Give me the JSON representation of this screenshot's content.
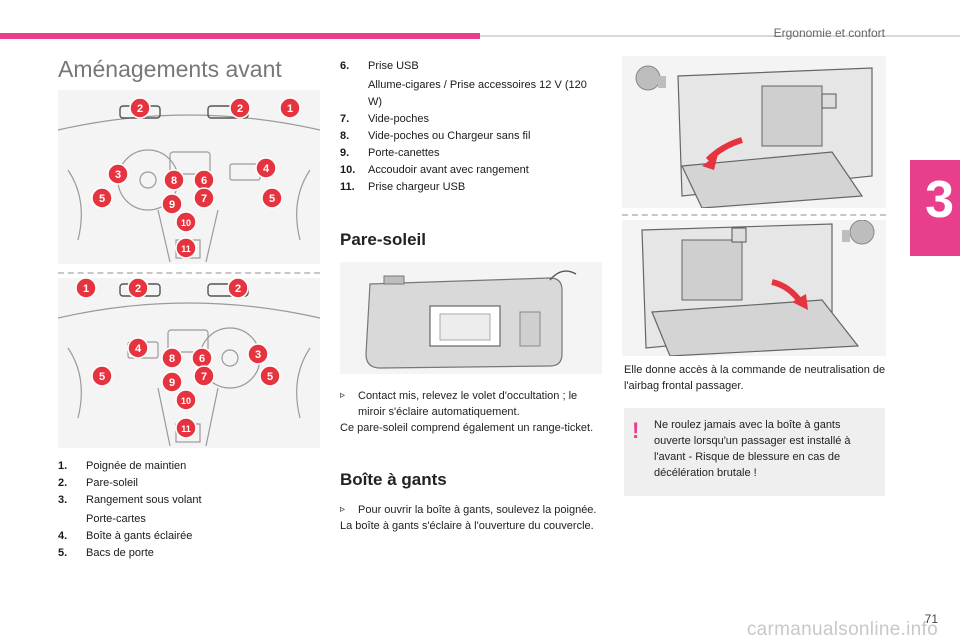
{
  "header": {
    "section_title": "Ergonomie et confort",
    "chapter_number": "3",
    "page_number": "71",
    "accent_color": "#e83e8c",
    "watermark": "carmanualsonline.info"
  },
  "page_title": "Aménagements avant",
  "figures": {
    "lhd_markers": [
      "2",
      "2",
      "1",
      "3",
      "4",
      "5",
      "5",
      "8",
      "6",
      "7",
      "9",
      "10",
      "11"
    ],
    "rhd_markers": [
      "1",
      "2",
      "2",
      "4",
      "8",
      "6",
      "3",
      "5",
      "7",
      "5",
      "9",
      "10",
      "11"
    ]
  },
  "legend_left": [
    {
      "num": "1.",
      "text": "Poignée de maintien"
    },
    {
      "num": "2.",
      "text": "Pare-soleil"
    },
    {
      "num": "3.",
      "text": "Rangement sous volant",
      "sub": "Porte-cartes"
    },
    {
      "num": "4.",
      "text": "Boîte à gants éclairée"
    },
    {
      "num": "5.",
      "text": "Bacs de porte"
    }
  ],
  "legend_right": [
    {
      "num": "6.",
      "text": "Prise USB",
      "sub": "Allume-cigares / Prise accessoires 12 V (120 W)"
    },
    {
      "num": "7.",
      "text": "Vide-poches"
    },
    {
      "num": "8.",
      "text": "Vide-poches ou Chargeur sans fil"
    },
    {
      "num": "9.",
      "text": "Porte-canettes"
    },
    {
      "num": "10.",
      "text": "Accoudoir avant avec rangement"
    },
    {
      "num": "11.",
      "text": "Prise chargeur USB"
    }
  ],
  "pare_soleil": {
    "heading": "Pare-soleil",
    "bullet": "Contact mis, relevez le volet d'occultation ; le miroir s'éclaire automatiquement.",
    "text": "Ce pare-soleil comprend également un range-ticket."
  },
  "boite_gants": {
    "heading": "Boîte à gants",
    "bullet": "Pour ouvrir la boîte à gants, soulevez la poignée.",
    "text": "La boîte à gants s'éclaire à l'ouverture du couvercle."
  },
  "right_column": {
    "text": "Elle donne accès à la commande de neutralisation de l'airbag frontal passager.",
    "warning_mark": "!",
    "warning": "Ne roulez jamais avec la boîte à gants ouverte lorsqu'un passager est installé à l'avant - Risque de blessure en cas de décélération brutale !"
  }
}
